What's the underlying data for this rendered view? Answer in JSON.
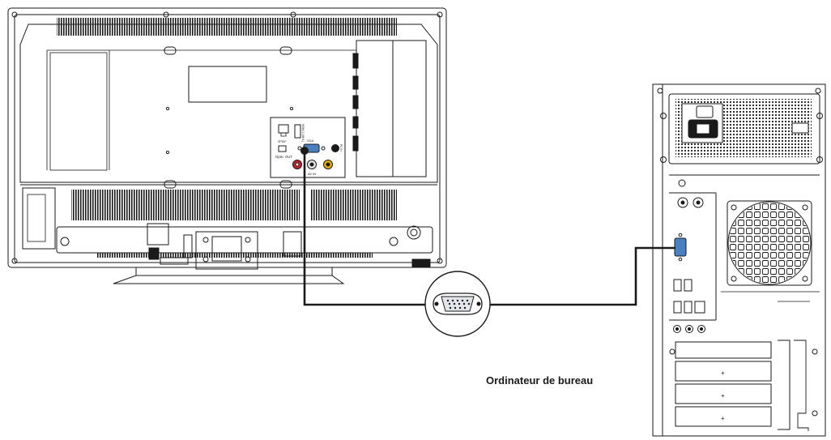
{
  "tv_panel": {
    "spdif_label": "SPDIF",
    "optic_label": "Optic. OUT",
    "hdmi_label": "HDMI 2 (MHL)",
    "vga_label": "VGA",
    "pc_audio_label": "PC IN",
    "av_label": "AV IN"
  },
  "desktop": {
    "label": "Ordinateur de bureau"
  },
  "colors": {
    "line": "#1a1a1a",
    "cable": "#1a1a1a",
    "vga_port": "#4a7fc1",
    "av_red": "#c8242b",
    "av_white": "#e6e6e6",
    "av_yellow": "#e8b400"
  }
}
